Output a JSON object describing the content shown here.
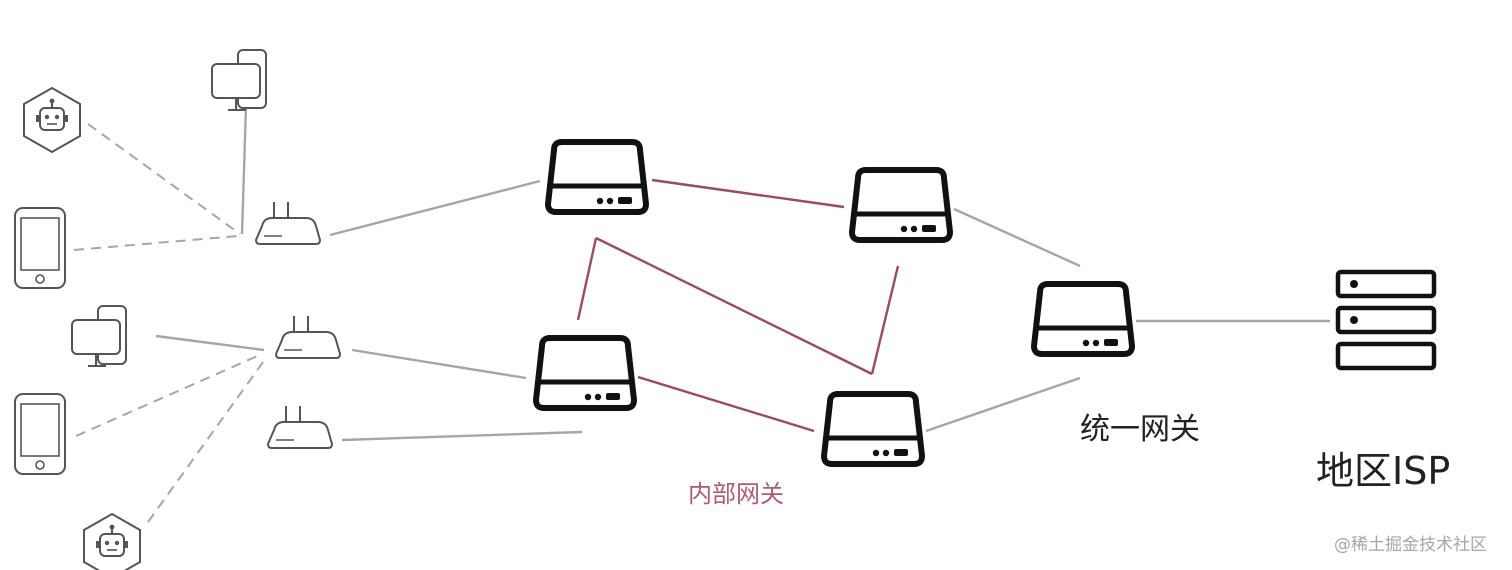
{
  "labels": {
    "internal_gateway": "内部网关",
    "unified_gateway": "统一网关",
    "regional_isp": "地区ISP",
    "watermark": "@稀土掘金技术社区"
  },
  "colors": {
    "internal_link": "#9c4a5e",
    "external_link": "#a6a6a6",
    "device_stroke": "#555555",
    "gateway_stroke": "#111111",
    "internal_label": "#b05a70",
    "text": "#222222"
  },
  "icons": {
    "robot": "robot-hex-icon",
    "phone": "smartphone-icon",
    "computer": "desktop-computer-icon",
    "router": "router-icon",
    "gateway": "gateway-box-icon",
    "isp": "server-rack-icon"
  }
}
